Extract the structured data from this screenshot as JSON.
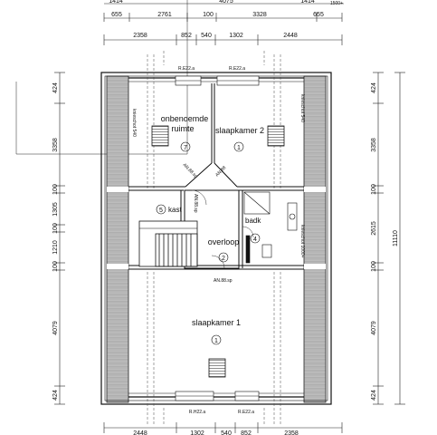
{
  "dims": {
    "top_row0": [
      "1414",
      "4075",
      "1414",
      "1500+"
    ],
    "top_row1": [
      "655",
      "2761",
      "100",
      "3328",
      "655"
    ],
    "top_row2": [
      "2358",
      "852",
      "540",
      "1302",
      "2448"
    ],
    "bottom_row": [
      "2448",
      "1302",
      "540",
      "852",
      "2358"
    ],
    "left_col": [
      "424",
      "3358",
      "100",
      "1305",
      "100",
      "1210",
      "100",
      "4079",
      "424"
    ],
    "right_col": [
      "424",
      "3358",
      "100",
      "2615",
      "100",
      "4079",
      "424"
    ],
    "right_total": "11110"
  },
  "rooms": {
    "onbenoemde": {
      "name_line1": "onbenoemde",
      "name_line2": "ruimte",
      "num": "7"
    },
    "slaapkamer2": {
      "name": "slaapkamer 2",
      "num": "1"
    },
    "kast": {
      "name": "kast",
      "num": "5"
    },
    "badk": {
      "name": "badk",
      "num": "4"
    },
    "overloop": {
      "name": "overloop",
      "num": "2"
    },
    "slaapkamer1": {
      "name": "slaapkamer 1",
      "num": "1"
    }
  },
  "annotations": {
    "window_top_left": "R.E22.a",
    "window_top_right": "R.E22.a",
    "window_bottom_left": "R.H22.a",
    "window_bottom_right": "R.E22.a",
    "knieschot_left": "knieschot 540",
    "knieschot_right": "knieschot 540",
    "knieschot_right_low": "knieschot 1000+",
    "an_left": "AN.88.sp",
    "an_right": "AN.88",
    "an_mid": "AN.88.sp",
    "an_bottom": "AN.88.sp"
  }
}
